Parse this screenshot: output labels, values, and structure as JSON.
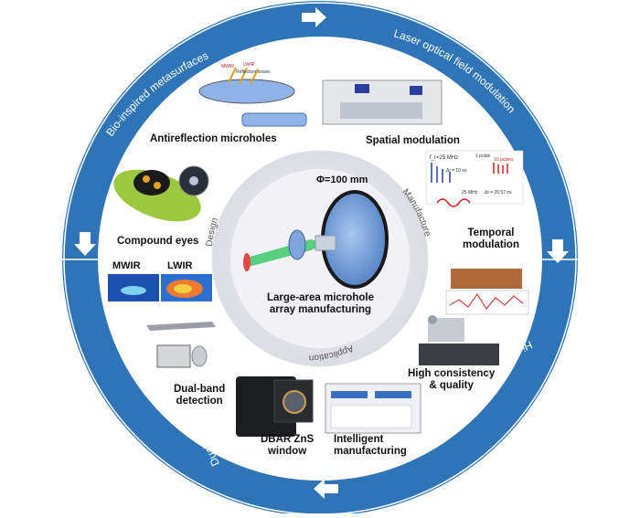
{
  "colors": {
    "ring": "#2e74b7",
    "ring_dark": "#1f5f9f",
    "arrow": "#ffffff",
    "inner": "#ffffff",
    "hub": "#e9e9ee",
    "lens": "#5b86c7",
    "laser": "#3cc96a"
  },
  "ring_labels": {
    "top_left": "Bio-inspired metasurfaces",
    "top_right": "Laser optical field modulation",
    "bottom_left": "Dual-band composite imaging",
    "bottom_right": "High-performance manufacturing"
  },
  "inner_ring_labels": {
    "design": "Design",
    "manufacture": "Manufacture",
    "application": "Application"
  },
  "center": {
    "diameter": "Φ=100 mm",
    "caption_line1": "Large-area microhole",
    "caption_line2": "array manufacturing"
  },
  "segments": {
    "antireflection": "Antireflection microholes",
    "spatial": "Spatial modulation",
    "temporal_line1": "Temporal",
    "temporal_line2": "modulation",
    "compound": "Compound eyes",
    "mwir": "MWIR",
    "lwir": "LWIR",
    "consistency_line1": "High consistency",
    "consistency_line2": "& quality",
    "dualband_line1": "Dual-band",
    "dualband_line2": "detection",
    "window_line1": "DBAR ZnS",
    "window_line2": "window",
    "intelligent_line1": "Intelligent",
    "intelligent_line2": "manufacturing"
  },
  "inset_text": {
    "mwir": "MWIR",
    "lwir": "LWIR",
    "reflection": "Reflection losses",
    "freq_top": "f_r=25 MHz",
    "freq_mid": "Δt = 10 ns",
    "freq_low": "25 MHz",
    "freq_low2": "Δt = 20.57 ns",
    "pulse": "1 pulse",
    "pulses": "10 pulses"
  }
}
